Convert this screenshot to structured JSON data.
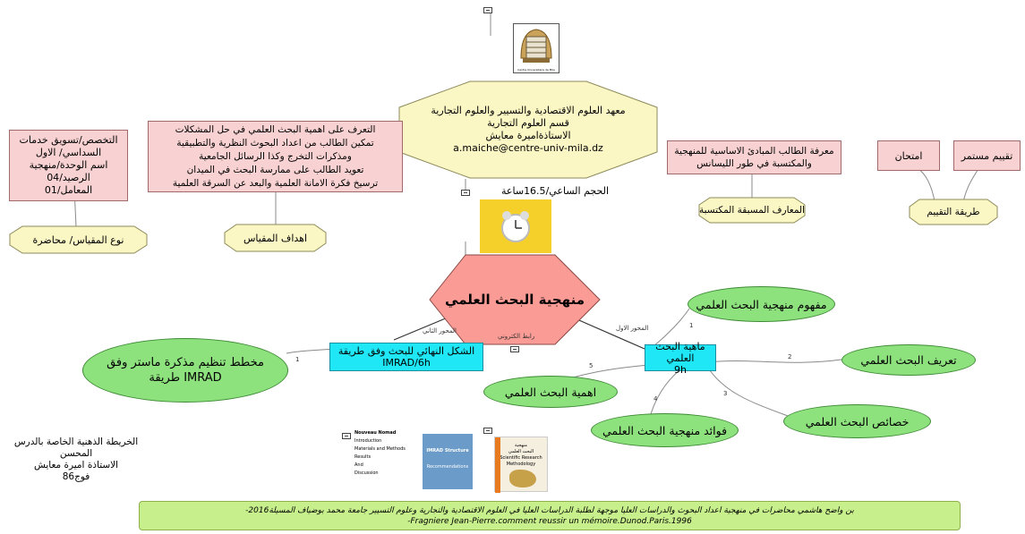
{
  "center": {
    "label": "منهجية البحث العلمي"
  },
  "header": {
    "lines": [
      "معهد العلوم الاقتصادية والتسيير والعلوم التجارية",
      "قسم العلوم التجارية",
      "الاستاذةاميرة معايش",
      "a.maiche@centre-univ-mila.dz"
    ]
  },
  "logo": {
    "caption": "Centre Universitaire de Mila"
  },
  "volume": {
    "label": "الحجم الساعي/16.5ساعة"
  },
  "left_boxes": {
    "specialty": [
      "التخصص/تسويق خدمات",
      "السداسي/ الاول",
      "اسم الوحدة/منهجية",
      "الرصيد/04",
      "المعامل/01"
    ],
    "objectives": [
      "التعرف على اهمية البحث العلمي في حل المشكلات",
      "تمكين الطالب من اعداد البحوث النظرية والتطبيقية",
      "ومذكرات التخرج وكذا الرسائل الجامعية",
      "تعويد الطالب على ممارسة البحث في الميدان",
      "ترسيخ فكرة الامانة العلمية والبعد عن السرقة العلمية"
    ]
  },
  "labels": {
    "course_type": "نوع المقياس/ محاضرة",
    "objectives": "اهداف المقياس",
    "prior_knowledge": "المعارف المسبقة المكتسبة",
    "evaluation": "طريقة التقييم"
  },
  "prior_box": [
    "معرفة الطالب المبادئ الاساسية للمنهجية",
    "والمكتسبة في طور الليسانس"
  ],
  "eval_items": {
    "exam": "امتحان",
    "continuous": "تقييم مستمر"
  },
  "axis1": {
    "title": "ماهية البحث العلمي",
    "hours": "9h",
    "edge_label": "المحور الاول",
    "children": [
      {
        "num": "1",
        "label": "مفهوم منهجية البحث العلمي"
      },
      {
        "num": "2",
        "label": "تعريف البحث العلمي"
      },
      {
        "num": "3",
        "label": "خصائص البحث العلمي"
      },
      {
        "num": "4",
        "label": "فوائد منهجية البحث العلمي"
      },
      {
        "num": "5",
        "label": "اهمية البحث العلمي"
      }
    ]
  },
  "axis2": {
    "title": "الشكل النهائي للبحث وفق طريقة",
    "hours": "IMRAD/6h",
    "edge_label": "المحور الثاني",
    "child": {
      "num": "1",
      "label_lines": [
        "مخطط تنظيم مذكرة ماستر وفق",
        "IMRAD طريقة"
      ]
    }
  },
  "link_label": "رابط الكتروني",
  "footer_note": [
    "الخريطة الذهنية الخاصة بالدرس المحسن",
    "الاستاذة اميرة معايش",
    "فوج86"
  ],
  "references": [
    "بن واضح هاشمي محاضرات في منهجية اعداد البحوث والدراسات العليا موجهة لطلبة الدراسات العليا في العلوم الاقتصادية والتجارية وعلوم التسيير جامعة محمد بوضياف المسيلة2016-",
    "-Fragniere Jean-Pierre.comment reussir un mémoire.Dunod.Paris.1996"
  ],
  "books": {
    "imrad_title": "Nouveau Nomad",
    "imrad_words": [
      "Introduction",
      "Materials and Methods",
      "Results",
      "And",
      "Discussion"
    ],
    "imrad_cover": [
      "IMRAD Structure",
      "Recommendations"
    ],
    "book3": [
      "منهجية",
      "البحث العلمي",
      "Scientific Research",
      "Methodology"
    ]
  },
  "colors": {
    "pink": "#f8d2d2",
    "octagon": "#fbf7c4",
    "green": "#8ee27e",
    "cyan": "#1fe7f6",
    "hexagon": "#fb9b95",
    "references": "#c7f08c"
  }
}
